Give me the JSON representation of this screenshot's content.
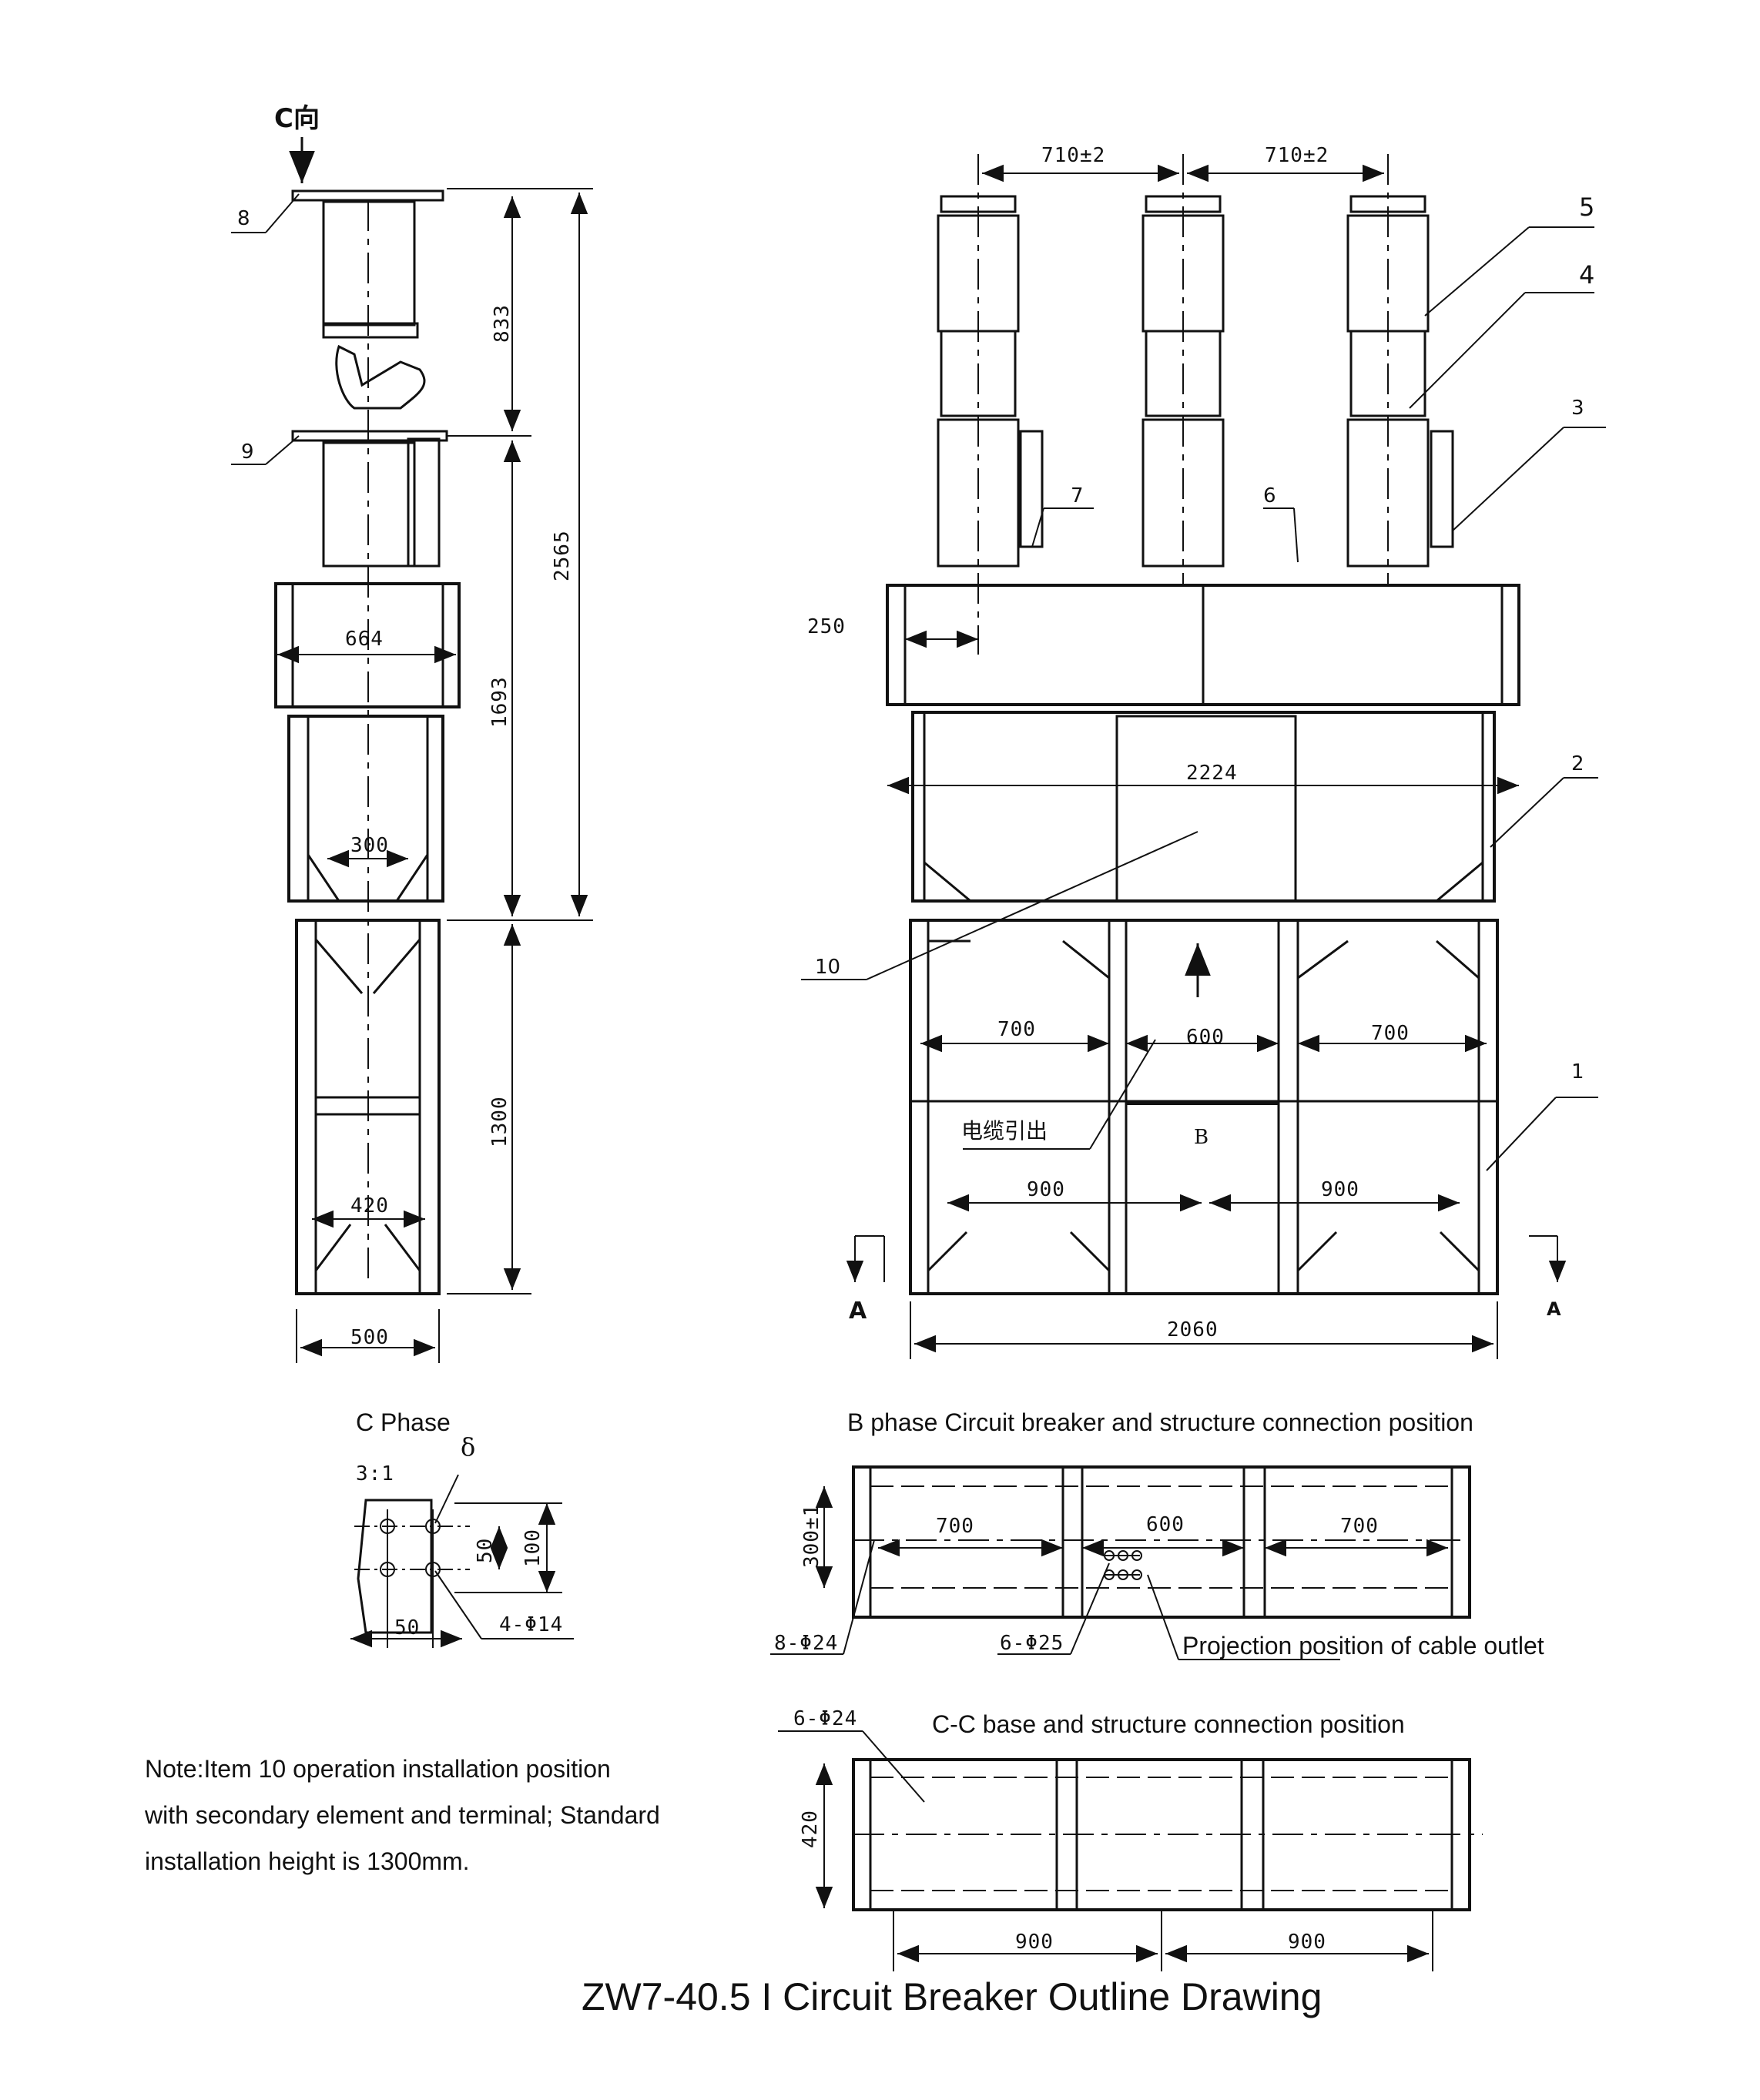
{
  "title": "ZW7-40.5 I Circuit Breaker Outline Drawing",
  "side_view": {
    "direction_label": "C向",
    "dims": {
      "d833": "833",
      "d2565": "2565",
      "d1693": "1693",
      "d1300": "1300",
      "d664": "664",
      "d300": "300",
      "d420": "420",
      "d500": "500"
    },
    "callouts": {
      "c8": "8",
      "c9": "9"
    }
  },
  "front_view": {
    "dims": {
      "d710a": "710±2",
      "d710b": "710±2",
      "d250": "250",
      "d2224": "2224",
      "d700a": "700",
      "d600": "600",
      "d700b": "700",
      "d900a": "900",
      "d900b": "900",
      "d2060": "2060"
    },
    "callouts": {
      "c1": "1",
      "c2": "2",
      "c3": "3",
      "c4": "4",
      "c5": "5",
      "c6": "6",
      "c7": "7",
      "c10": "10"
    },
    "cable_label": "电缆引出",
    "b_label": "B",
    "section_a_left": "A",
    "section_a_right": "A"
  },
  "c_phase": {
    "title": "C Phase",
    "delta": "δ",
    "scale": "3:1",
    "dims": {
      "d50a": "50",
      "d100": "100",
      "d50b": "50",
      "holes": "4-Φ14"
    }
  },
  "b_phase": {
    "title": "B phase Circuit breaker and structure connection position",
    "dims": {
      "d300": "300±1",
      "d700a": "700",
      "d600": "600",
      "d700b": "700",
      "holes8": "8-Φ24",
      "holes6": "6-Φ25"
    },
    "cable_note": "Projection position of cable outlet"
  },
  "cc_base": {
    "title": "C-C base and structure connection position",
    "dims": {
      "holes": "6-Φ24",
      "d420": "420",
      "d900a": "900",
      "d900b": "900"
    }
  },
  "note": {
    "line1": "Note:Item 10 operation installation position",
    "line2": "with secondary element and terminal; Standard",
    "line3": "installation height is 1300mm."
  }
}
